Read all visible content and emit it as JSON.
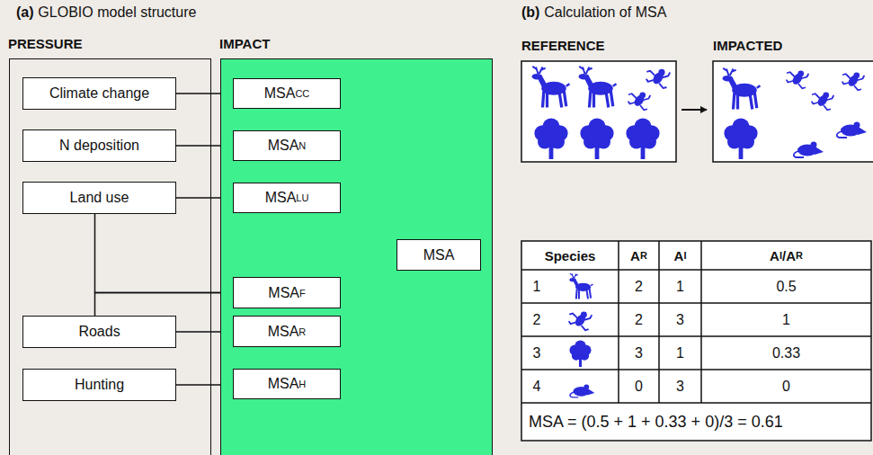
{
  "diagram": {
    "nodes": [
      {
        "text": [
          "PRESSURE"
        ]
      },
      {
        "text": [
          "Climate change"
        ],
        "in": 0
      },
      {
        "text": [
          "N deposition"
        ],
        "in": 0
      },
      {
        "text": [
          "Land use"
        ],
        "in": 0
      },
      {
        "text": [
          "Roads"
        ],
        "in": 0
      },
      {
        "text": [
          "Hunting"
        ],
        "in": 0
      },
      {
        "text": [
          "IMPACT"
        ]
      },
      {
        "text": [
          "MSA",
          "CC"
        ],
        "in": 6
      },
      {
        "text": [
          "MSA",
          "N"
        ],
        "in": 6
      },
      {
        "text": [
          "MSA",
          "LU"
        ],
        "in": 6
      },
      {
        "text": [
          "MSA",
          "F"
        ],
        "in": 6
      },
      {
        "text": [
          "MSA",
          "R"
        ],
        "in": 6
      },
      {
        "text": [
          "MSA",
          "H"
        ],
        "in": 6
      },
      {
        "text": [
          "MSA"
        ],
        "in": 6
      }
    ],
    "edges": [
      {
        "from": 1,
        "to": 7,
        "arrow": "to"
      },
      {
        "from": 2,
        "to": 8,
        "arrow": "to"
      },
      {
        "from": 3,
        "to": 9,
        "arrow": "to"
      },
      {
        "from": 3,
        "to": 10,
        "arrow": "to"
      },
      {
        "from": 4,
        "to": 10,
        "arrow": "to"
      },
      {
        "from": 4,
        "to": 11,
        "arrow": "to"
      },
      {
        "from": 5,
        "to": 12,
        "arrow": "to"
      },
      {
        "from": 7,
        "to": 13,
        "arrow": "to"
      },
      {
        "from": 8,
        "to": 13,
        "arrow": "to"
      },
      {
        "from": 9,
        "to": 13,
        "arrow": "to"
      },
      {
        "from": 10,
        "to": 13,
        "arrow": "to"
      },
      {
        "from": 11,
        "to": 13,
        "arrow": "to"
      },
      {
        "from": 12,
        "to": 13,
        "arrow": "to"
      }
    ],
    "labels": [
      "(a)",
      "GLOBIO model structure",
      "(b)",
      "Calculation of MSA",
      "REFERENCE",
      "IMPACTED",
      "Species",
      "A",
      "R",
      "A",
      "I",
      "A",
      "I",
      "/",
      "A",
      "R",
      "1",
      "2",
      "3",
      "4",
      "2",
      "2",
      "3",
      "0",
      "1",
      "3",
      "1",
      "3",
      "0.5",
      "1",
      "0.33",
      "0",
      "MSA = (0.5 + 1 + 0.33 + 0)/3 = 0.61"
    ]
  }
}
